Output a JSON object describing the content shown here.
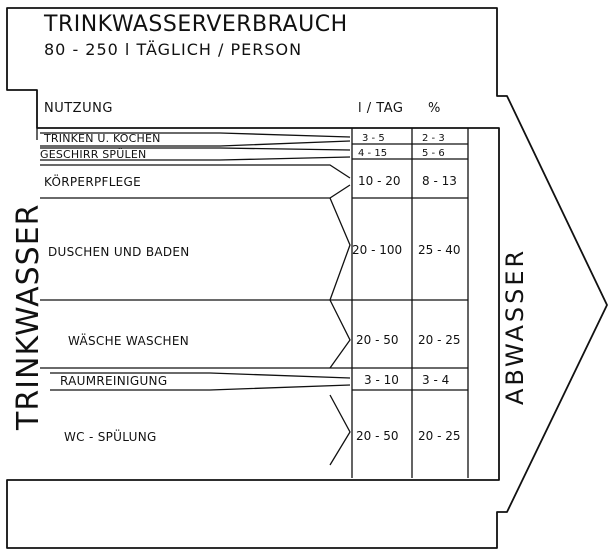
{
  "title": "TRINKWASSERVERBRAUCH",
  "subtitle": "80 - 250 l TÄGLICH / PERSON",
  "columns": {
    "usage": "NUTZUNG",
    "liters": "l / TAG",
    "percent": "%"
  },
  "rows": [
    {
      "label": "TRINKEN U. KOCHEN",
      "liters": "3 - 5",
      "percent": "2 - 3"
    },
    {
      "label": "GESCHIRR SPÜLEN",
      "liters": "4 - 15",
      "percent": "5 - 6"
    },
    {
      "label": "KÖRPERPFLEGE",
      "liters": "10 - 20",
      "percent": "8 - 13"
    },
    {
      "label": "DUSCHEN UND BADEN",
      "liters": "20 - 100",
      "percent": "25 - 40"
    },
    {
      "label": "WÄSCHE WASCHEN",
      "liters": "20 - 50",
      "percent": "20 - 25"
    },
    {
      "label": "RAUMREINIGUNG",
      "liters": "3 - 10",
      "percent": "3 - 4"
    },
    {
      "label": "WC - SPÜLUNG",
      "liters": "20 - 50",
      "percent": "20 - 25"
    }
  ],
  "side_labels": {
    "left": "TRINKWASSER",
    "right": "ABWASSER"
  }
}
